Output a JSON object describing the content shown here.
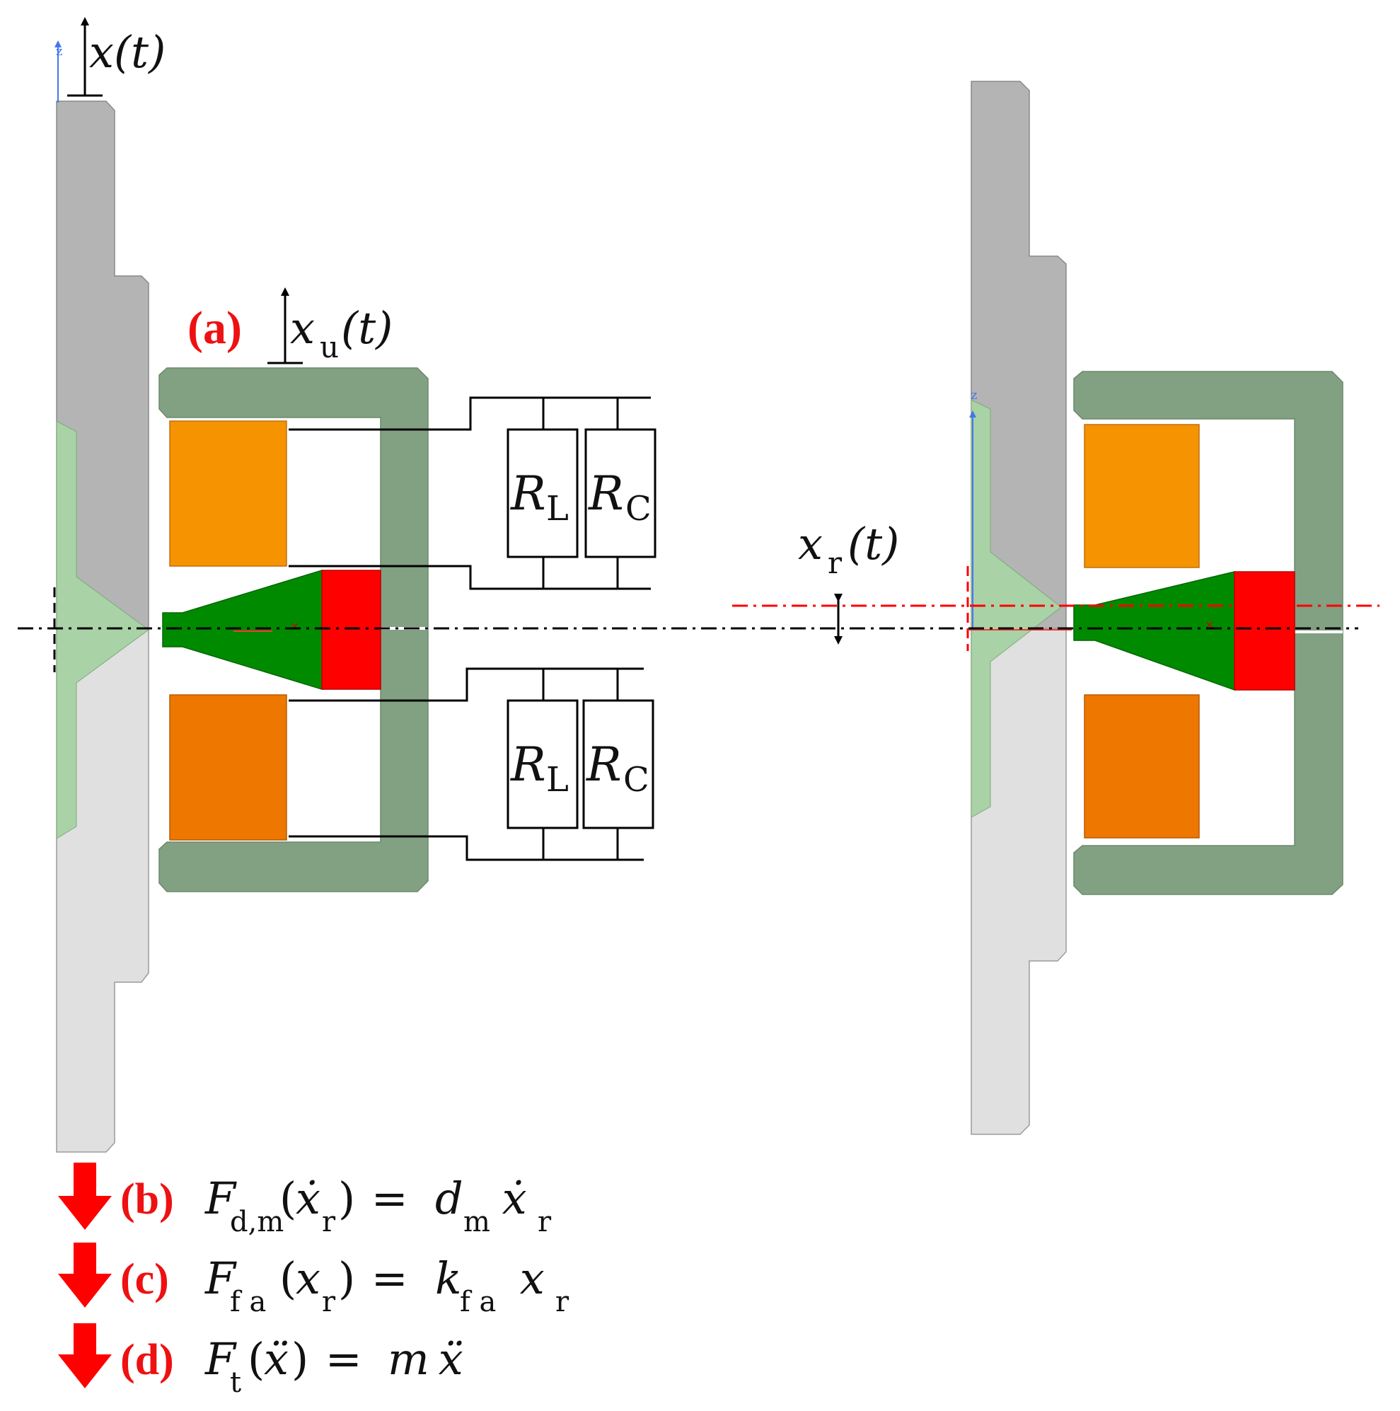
{
  "labels": {
    "x": "x(t)",
    "a": "(a)",
    "xu": "x",
    "xu_sub": "u",
    "xu_rest": "(t)",
    "xr": "x",
    "xr_sub": "r",
    "xr_rest": "(t)",
    "axis_z": "z",
    "axis_x": "x"
  },
  "resistors": {
    "load": "R",
    "load_sub": "L",
    "coil": "R",
    "coil_sub": "C"
  },
  "forces": [
    {
      "letter": "(b)",
      "F": "F",
      "sub": "d,m",
      "arg_open": "(",
      "arg": "ẋ",
      "arg_sub": "r",
      "arg_close": ")",
      "eq": " = ",
      "coef": "d",
      "coef_sub": "m",
      "var": " ẋ",
      "var_sub": "r"
    },
    {
      "letter": "(c)",
      "F": "F",
      "sub": "f a",
      "arg_open": "(",
      "arg": "x",
      "arg_sub": "r",
      "arg_close": ")",
      "eq": " = ",
      "coef": "k",
      "coef_sub": "f a",
      "var": " x",
      "var_sub": "r"
    },
    {
      "letter": "(d)",
      "F": "F",
      "sub": "t",
      "arg_open": "(",
      "arg": "ẍ",
      "arg_sub": "",
      "arg_close": ")",
      "eq": " = ",
      "coef": "m",
      "coef_sub": "",
      "var": " ẍ",
      "var_sub": ""
    }
  ],
  "colors": {
    "housing_dark": "#b4b4b4",
    "housing_light": "#e0e0e0",
    "shaft_green": "#a9d2a6",
    "yoke_green": "#82a082",
    "coil_upper": "#f59300",
    "coil_lower": "#ee7700",
    "cone_green": "#008a00",
    "magnet_red": "#ff0000",
    "arrow_red": "#ff0000",
    "label_red": "#ee1111",
    "axis_blue": "#4477ee"
  }
}
